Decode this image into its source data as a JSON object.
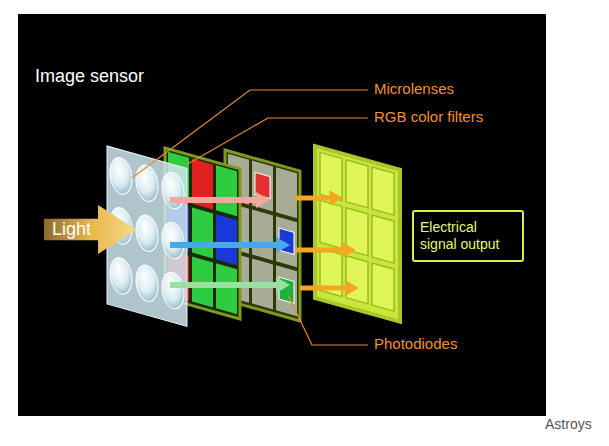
{
  "diagram": {
    "nodes": [
      {
        "text": [
          "Light"
        ]
      },
      {
        "text": [
          "Electrical signal output"
        ]
      }
    ],
    "labels": [
      "Image sensor",
      "Microlenses",
      "RGB color filters",
      "Photodiodes",
      "Astroys"
    ]
  }
}
